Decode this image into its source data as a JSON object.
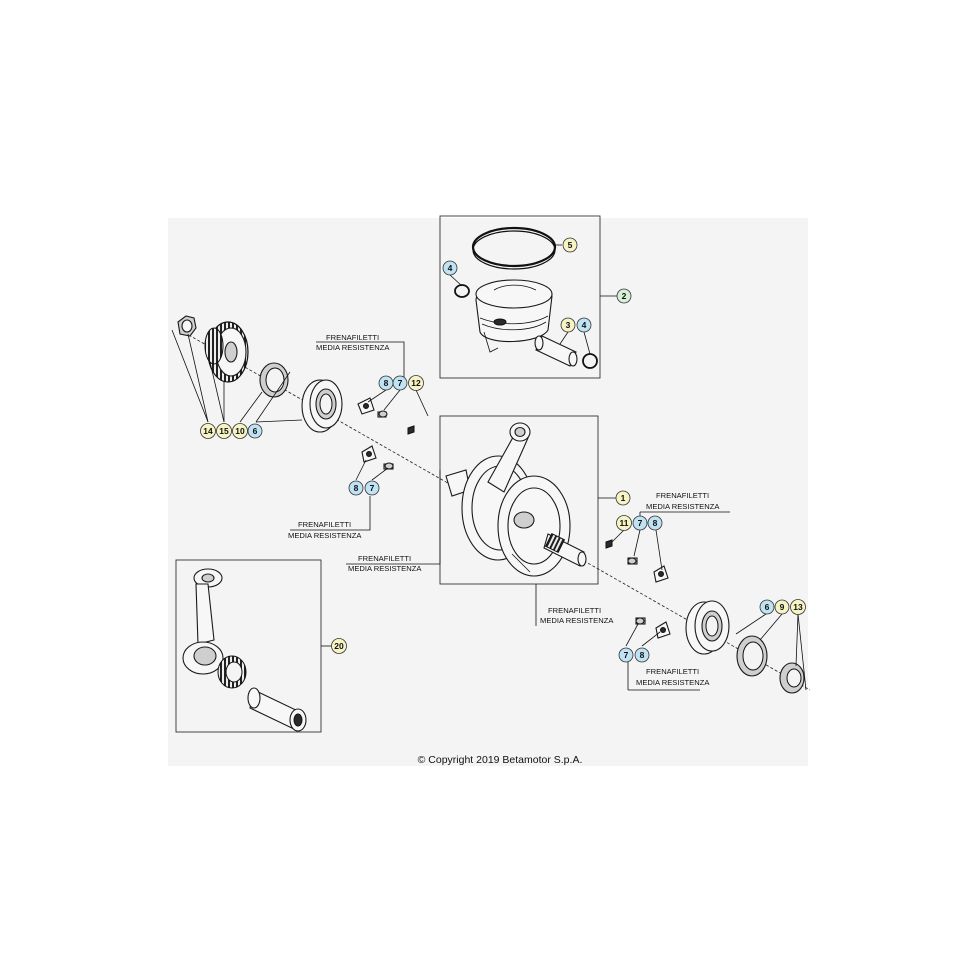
{
  "notes": {
    "threadlocker_line1": "FRENAFILETTI",
    "threadlocker_line2": "MEDIA RESISTENZA"
  },
  "copyright": "© Copyright 2019 Betamotor S.p.A.",
  "colors": {
    "callout_blue": "#bfe3f2",
    "callout_yellow": "#f6f3c4",
    "callout_green": "#d8efd7",
    "background_panel": "#f4f4f4"
  },
  "callouts": [
    {
      "id": "c5",
      "number": "5",
      "color": "yellow"
    },
    {
      "id": "c4a",
      "number": "4",
      "color": "blue"
    },
    {
      "id": "c2",
      "number": "2",
      "color": "green"
    },
    {
      "id": "c3",
      "number": "3",
      "color": "yellow"
    },
    {
      "id": "c4b",
      "number": "4",
      "color": "blue"
    },
    {
      "id": "c8a",
      "number": "8",
      "color": "blue"
    },
    {
      "id": "c7a",
      "number": "7",
      "color": "blue"
    },
    {
      "id": "c12",
      "number": "12",
      "color": "yellow"
    },
    {
      "id": "c14",
      "number": "14",
      "color": "yellow"
    },
    {
      "id": "c15",
      "number": "15",
      "color": "yellow"
    },
    {
      "id": "c10",
      "number": "10",
      "color": "yellow"
    },
    {
      "id": "c6a",
      "number": "6",
      "color": "blue"
    },
    {
      "id": "c8b",
      "number": "8",
      "color": "blue"
    },
    {
      "id": "c7b",
      "number": "7",
      "color": "blue"
    },
    {
      "id": "c1",
      "number": "1",
      "color": "yellow"
    },
    {
      "id": "c11",
      "number": "11",
      "color": "yellow"
    },
    {
      "id": "c7c",
      "number": "7",
      "color": "blue"
    },
    {
      "id": "c8c",
      "number": "8",
      "color": "blue"
    },
    {
      "id": "c6b",
      "number": "6",
      "color": "blue"
    },
    {
      "id": "c9",
      "number": "9",
      "color": "yellow"
    },
    {
      "id": "c13",
      "number": "13",
      "color": "yellow"
    },
    {
      "id": "c7d",
      "number": "7",
      "color": "blue"
    },
    {
      "id": "c8d",
      "number": "8",
      "color": "blue"
    },
    {
      "id": "c20",
      "number": "20",
      "color": "yellow"
    }
  ]
}
